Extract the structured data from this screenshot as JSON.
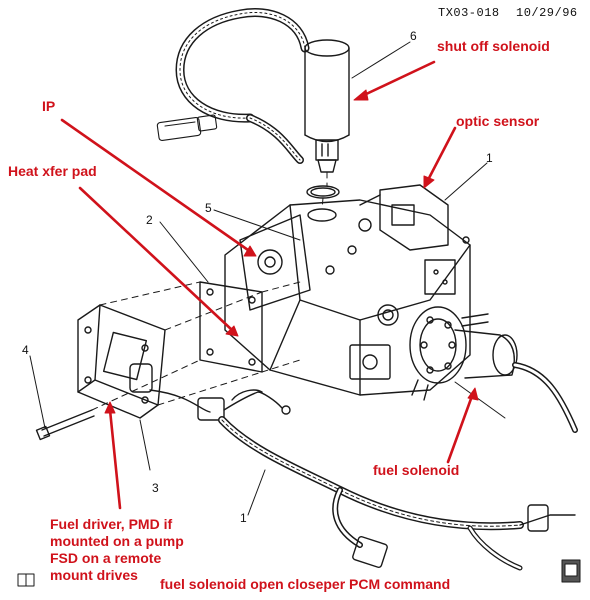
{
  "header": {
    "code": "TX03-018",
    "date": "10/29/96"
  },
  "part_numbers": [
    "1",
    "1",
    "2",
    "3",
    "4",
    "5",
    "6"
  ],
  "labels": {
    "shut_off_solenoid": "shut off solenoid",
    "ip": "IP",
    "optic_sensor": "optic sensor",
    "heat_xfer_pad": "Heat xfer pad",
    "fuel_solenoid": "fuel solenoid",
    "fuel_driver": "Fuel driver, PMD if\nmounted on a pump\nFSD on a remote\nmount drives",
    "caption": "fuel solenoid open closeper PCM command"
  },
  "colors": {
    "annotation": "#d0121b",
    "line_art": "#1a1a1a"
  },
  "icons": [
    "book-icon",
    "page-corner-icon"
  ]
}
